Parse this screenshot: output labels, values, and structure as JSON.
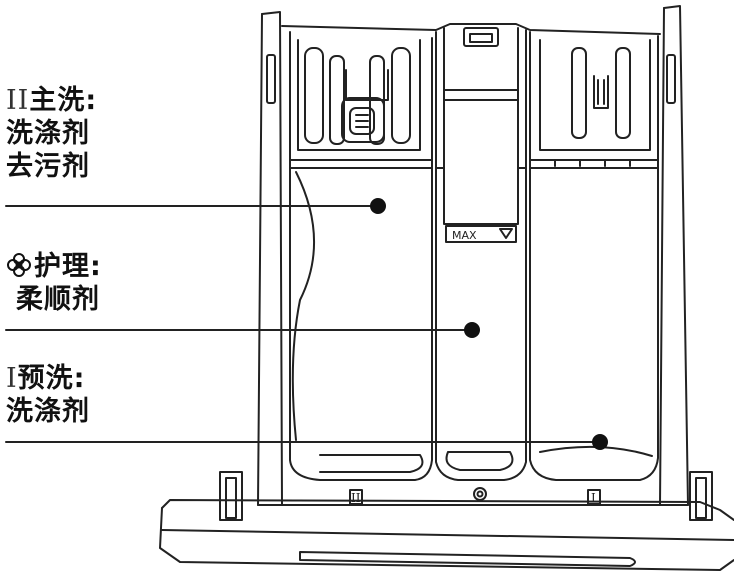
{
  "labels": {
    "main_wash": {
      "roman": "II",
      "line1": "主洗:",
      "line2": "洗涤剂",
      "line3": "去污剂"
    },
    "care": {
      "icon": "flower-softener-icon",
      "line1": "护理:",
      "line2": "柔顺剂"
    },
    "prewash": {
      "roman": "I",
      "line1": "预洗:",
      "line2": "洗涤剂"
    }
  },
  "markings": {
    "max_line": "MAX",
    "mark_left": "II",
    "mark_right": "I"
  }
}
